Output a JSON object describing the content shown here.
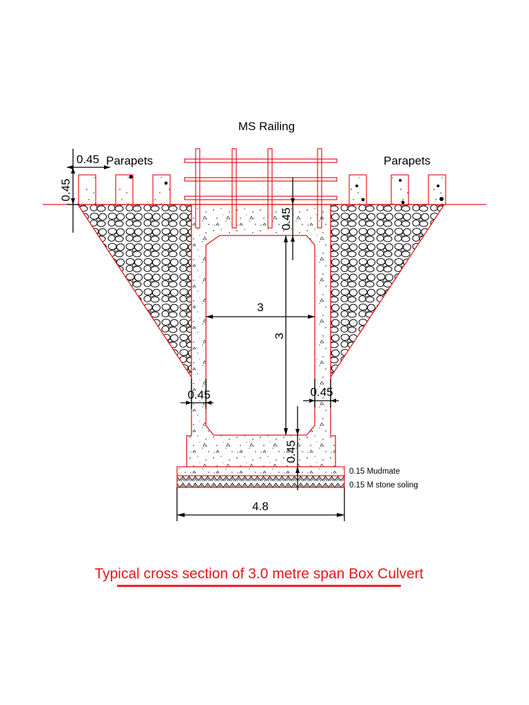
{
  "labels": {
    "ms_railing": "MS Railing",
    "parapets_left": "Parapets",
    "parapets_right": "Parapets",
    "mudmate": "0.15 Mudmate",
    "stone_soling": "0.15 M stone soling"
  },
  "dimensions": {
    "parapet_width": "0.45",
    "parapet_height": "0.45",
    "top_slab": "0.45",
    "clear_span": "3",
    "clear_height": "3",
    "left_wall": "0.45",
    "right_wall": "0.45",
    "bottom_slab": "0.45",
    "base_width": "4.8"
  },
  "title": "Typical cross section of 3.0 metre span Box Culvert",
  "colors": {
    "outline": "#e8141c",
    "dimension": "#000000",
    "title": "#e8141c"
  }
}
